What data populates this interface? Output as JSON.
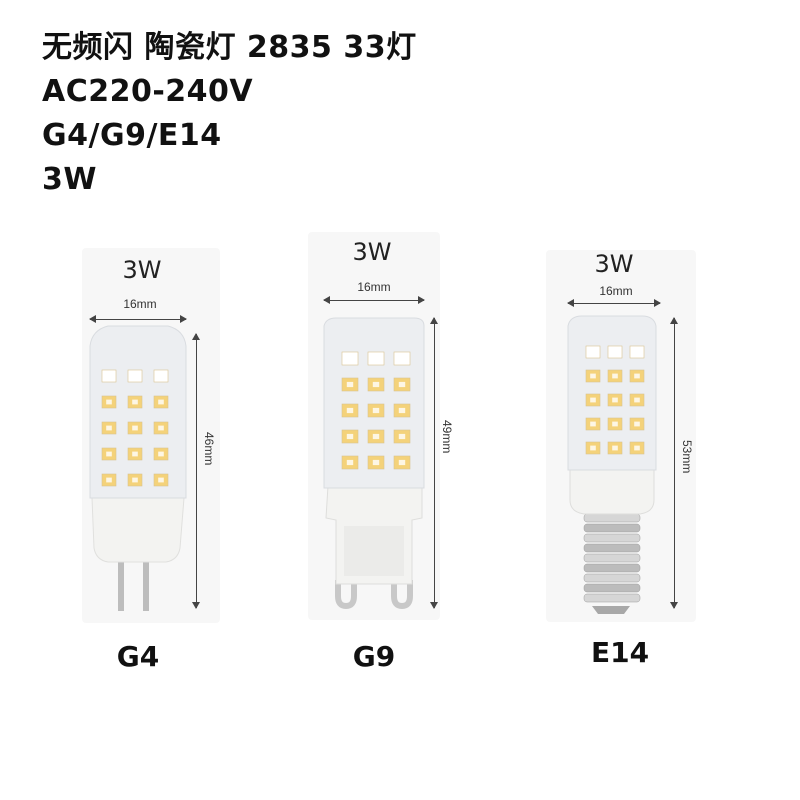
{
  "title": {
    "lines": [
      "无频闪 陶瓷灯 2835 33灯",
      "AC220-240V",
      "G4/G9/E14",
      "3W"
    ]
  },
  "lamps": [
    {
      "power": "3W",
      "width_label": "16mm",
      "height_label": "46mm",
      "base": "G4"
    },
    {
      "power": "3W",
      "width_label": "16mm",
      "height_label": "49mm",
      "base": "G9"
    },
    {
      "power": "3W",
      "width_label": "16mm",
      "height_label": "53mm",
      "base": "E14"
    }
  ],
  "colors": {
    "led": "#f4d27a",
    "led_highlight": "#ffffff",
    "ceramic": "#f6f6f4",
    "cover": "#eef0f2",
    "metal": "#c9c9c9"
  }
}
